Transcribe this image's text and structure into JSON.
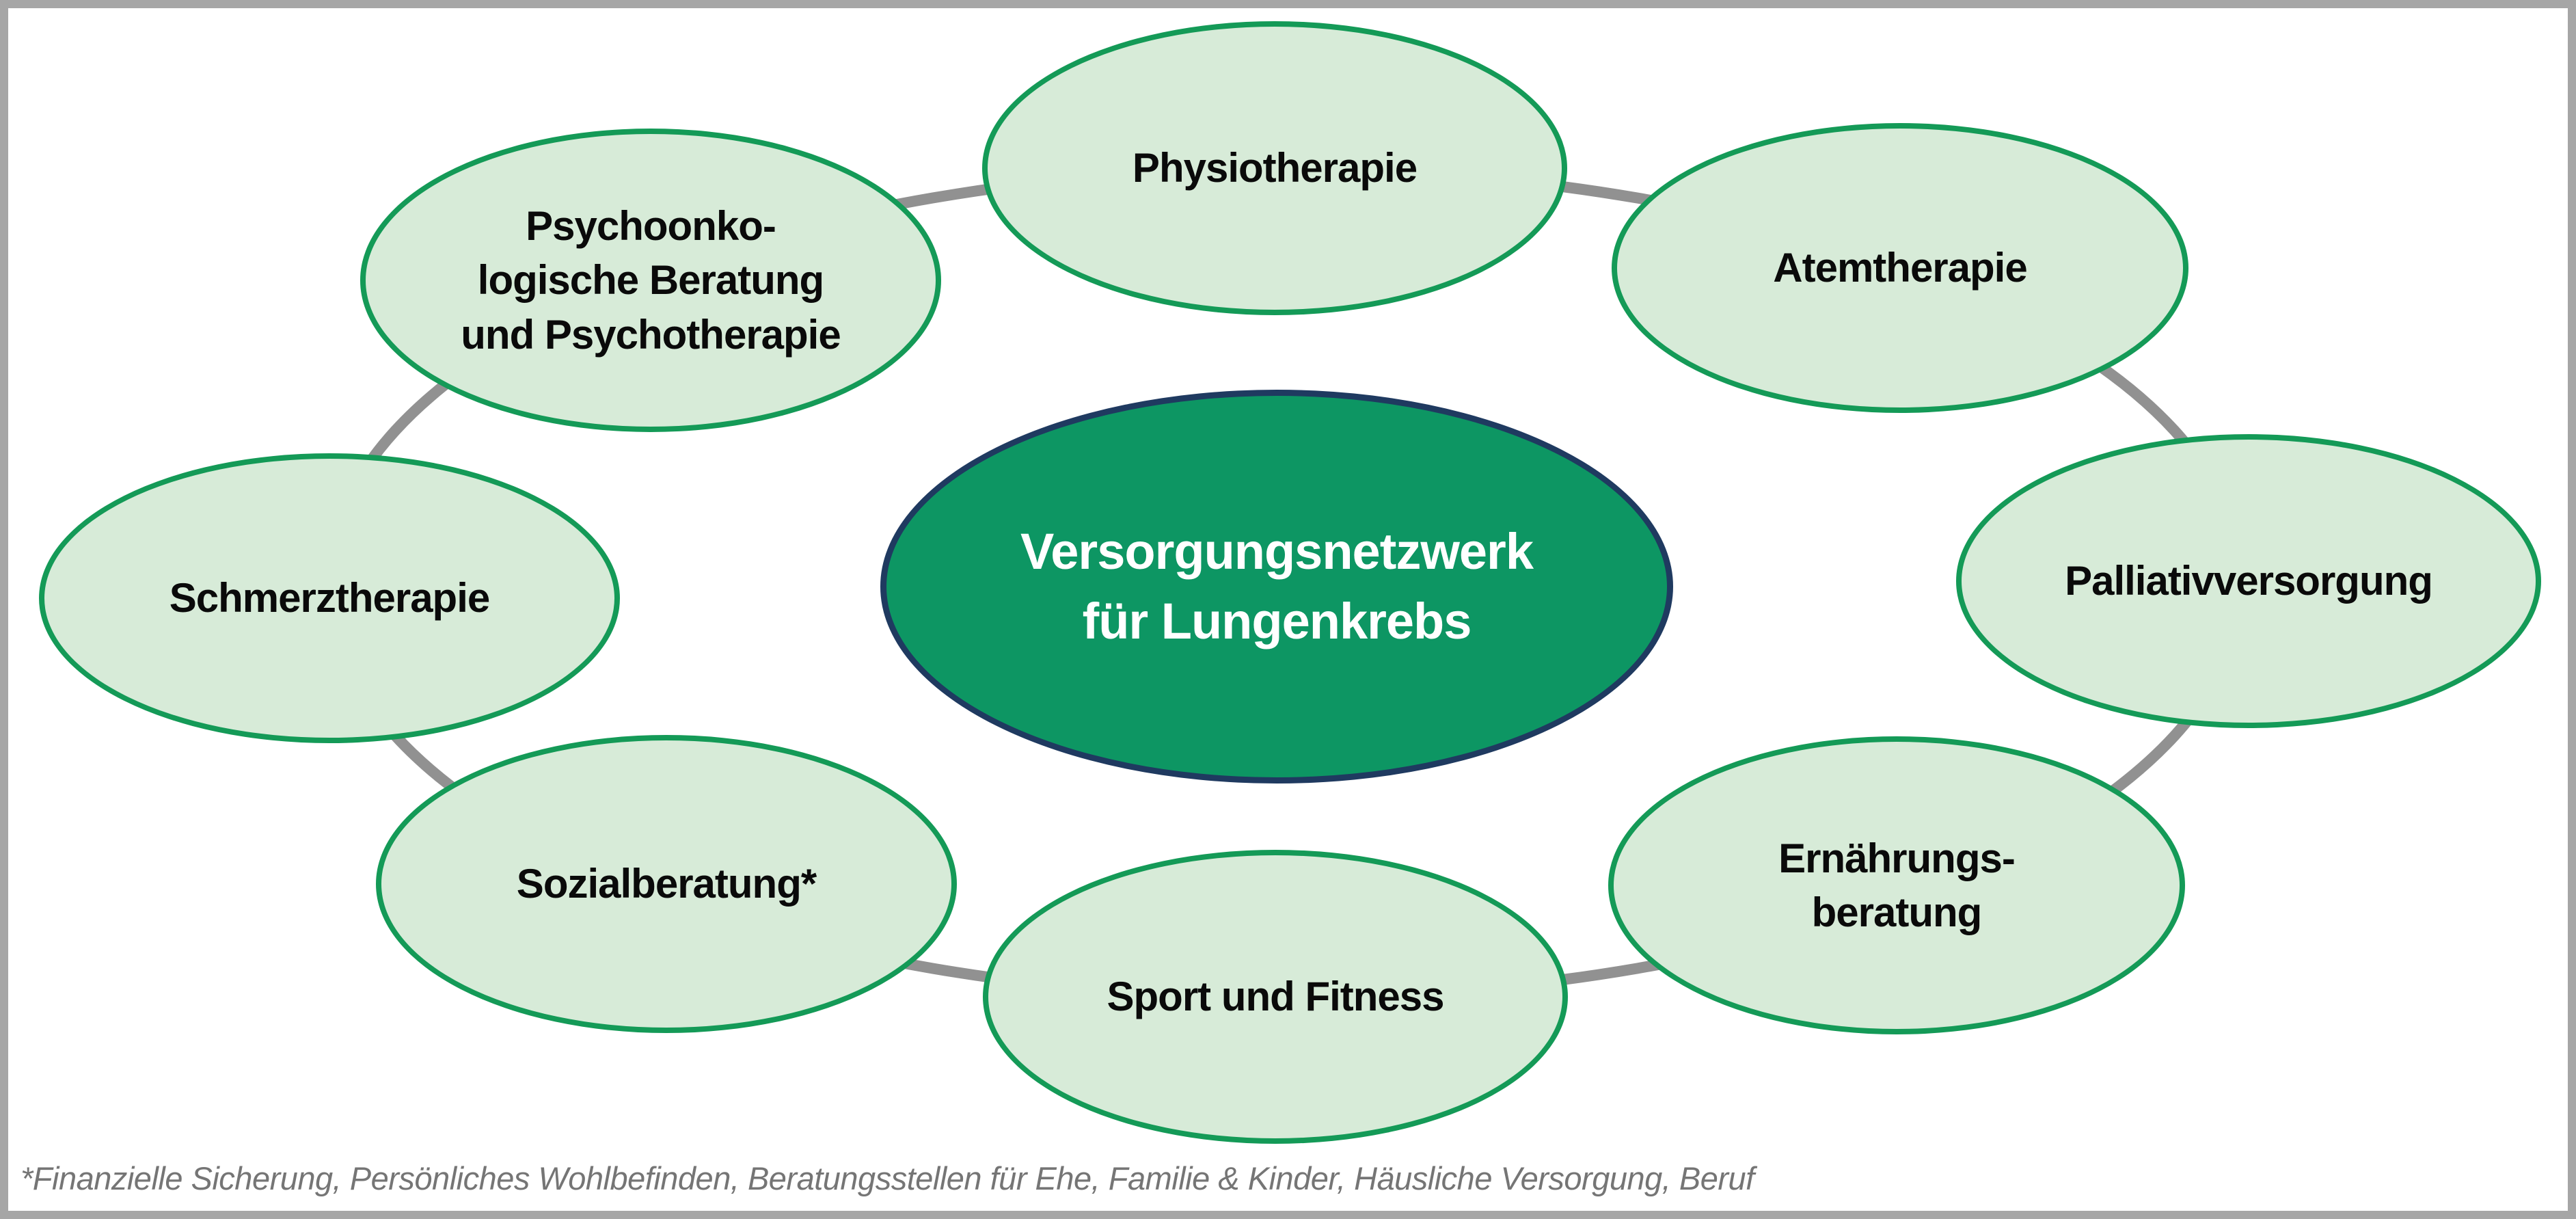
{
  "diagram": {
    "center": {
      "lines": [
        "Versorgungsnetzwerk",
        "für Lungenkrebs"
      ]
    },
    "nodes": [
      {
        "id": "physiotherapie",
        "lines": [
          "Physiotherapie"
        ]
      },
      {
        "id": "atemtherapie",
        "lines": [
          "Atemtherapie"
        ]
      },
      {
        "id": "palliativversorgung",
        "lines": [
          "Palliativversorgung"
        ]
      },
      {
        "id": "ernaehrungsberatung",
        "lines": [
          "Ernährungs-",
          "beratung"
        ]
      },
      {
        "id": "sport-und-fitness",
        "lines": [
          "Sport und Fitness"
        ]
      },
      {
        "id": "sozialberatung",
        "lines": [
          "Sozialberatung*"
        ]
      },
      {
        "id": "schmerztherapie",
        "lines": [
          "Schmerztherapie"
        ]
      },
      {
        "id": "psychoonkologische-beratung",
        "lines": [
          "Psychoonko-",
          "logische Beratung",
          "und Psychotherapie"
        ]
      }
    ],
    "footnote": "*Finanzielle Sicherung, Persönliches Wohlbefinden, Beratungsstellen für Ehe, Familie & Kinder, Häusliche Versorgung, Beruf",
    "colors": {
      "background": "#ffffff",
      "frame": "#a6a6a6",
      "ring": "#919191",
      "node_fill": "#d7ebd8",
      "node_border": "#149a57",
      "node_text": "#0a0a0a",
      "center_fill": "#0d9663",
      "center_border": "#1f3a60",
      "center_text": "#ffffff",
      "footnote_text": "#757575"
    }
  }
}
